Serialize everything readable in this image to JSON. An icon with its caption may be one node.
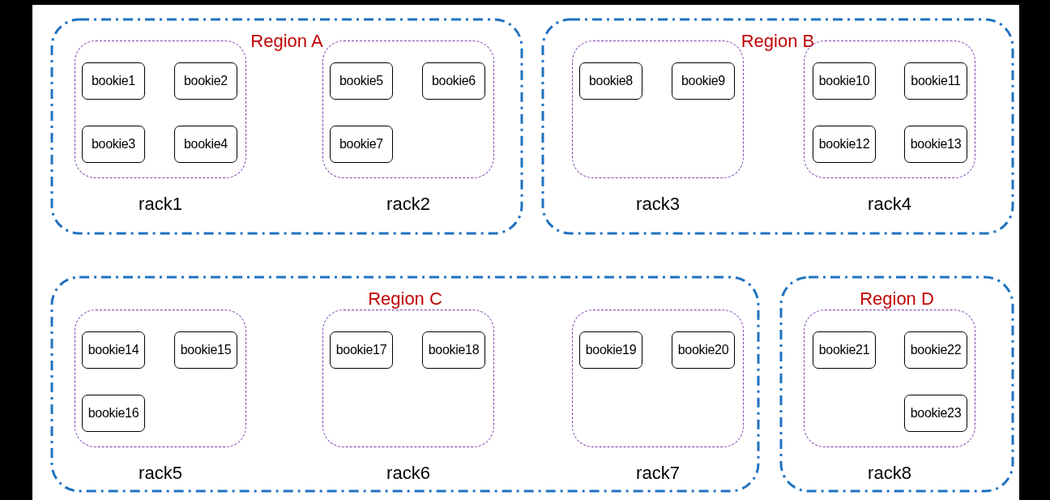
{
  "diagram": {
    "nodes": [
      {
        "text": [
          "Region A"
        ]
      },
      {
        "text": [
          "rack1"
        ],
        "in": 0
      },
      {
        "text": [
          "bookie1"
        ],
        "in": 1
      },
      {
        "text": [
          "bookie2"
        ],
        "in": 1
      },
      {
        "text": [
          "bookie3"
        ],
        "in": 1
      },
      {
        "text": [
          "bookie4"
        ],
        "in": 1
      },
      {
        "text": [
          "rack2"
        ],
        "in": 0
      },
      {
        "text": [
          "bookie5"
        ],
        "in": 6
      },
      {
        "text": [
          "bookie6"
        ],
        "in": 6
      },
      {
        "text": [
          "bookie7"
        ],
        "in": 6
      },
      {
        "text": [
          "Region B"
        ]
      },
      {
        "text": [
          "rack3"
        ],
        "in": 10
      },
      {
        "text": [
          "bookie8"
        ],
        "in": 11
      },
      {
        "text": [
          "bookie9"
        ],
        "in": 11
      },
      {
        "text": [
          "rack4"
        ],
        "in": 10
      },
      {
        "text": [
          "bookie10"
        ],
        "in": 14
      },
      {
        "text": [
          "bookie11"
        ],
        "in": 14
      },
      {
        "text": [
          "bookie12"
        ],
        "in": 14
      },
      {
        "text": [
          "bookie13"
        ],
        "in": 14
      },
      {
        "text": [
          "Region C"
        ]
      },
      {
        "text": [
          "rack5"
        ],
        "in": 19
      },
      {
        "text": [
          "bookie14"
        ],
        "in": 20
      },
      {
        "text": [
          "bookie15"
        ],
        "in": 20
      },
      {
        "text": [
          "bookie16"
        ],
        "in": 20
      },
      {
        "text": [
          "rack6"
        ],
        "in": 19
      },
      {
        "text": [
          "bookie17"
        ],
        "in": 24
      },
      {
        "text": [
          "bookie18"
        ],
        "in": 24
      },
      {
        "text": [
          "rack7"
        ],
        "in": 19
      },
      {
        "text": [
          "bookie19"
        ],
        "in": 27
      },
      {
        "text": [
          "bookie20"
        ],
        "in": 27
      },
      {
        "text": [
          "Region D"
        ]
      },
      {
        "text": [
          "rack8"
        ],
        "in": 30
      },
      {
        "text": [
          "bookie21"
        ],
        "in": 31
      },
      {
        "text": [
          "bookie22"
        ],
        "in": 31
      },
      {
        "text": [
          "bookie23"
        ],
        "in": 31
      }
    ]
  }
}
